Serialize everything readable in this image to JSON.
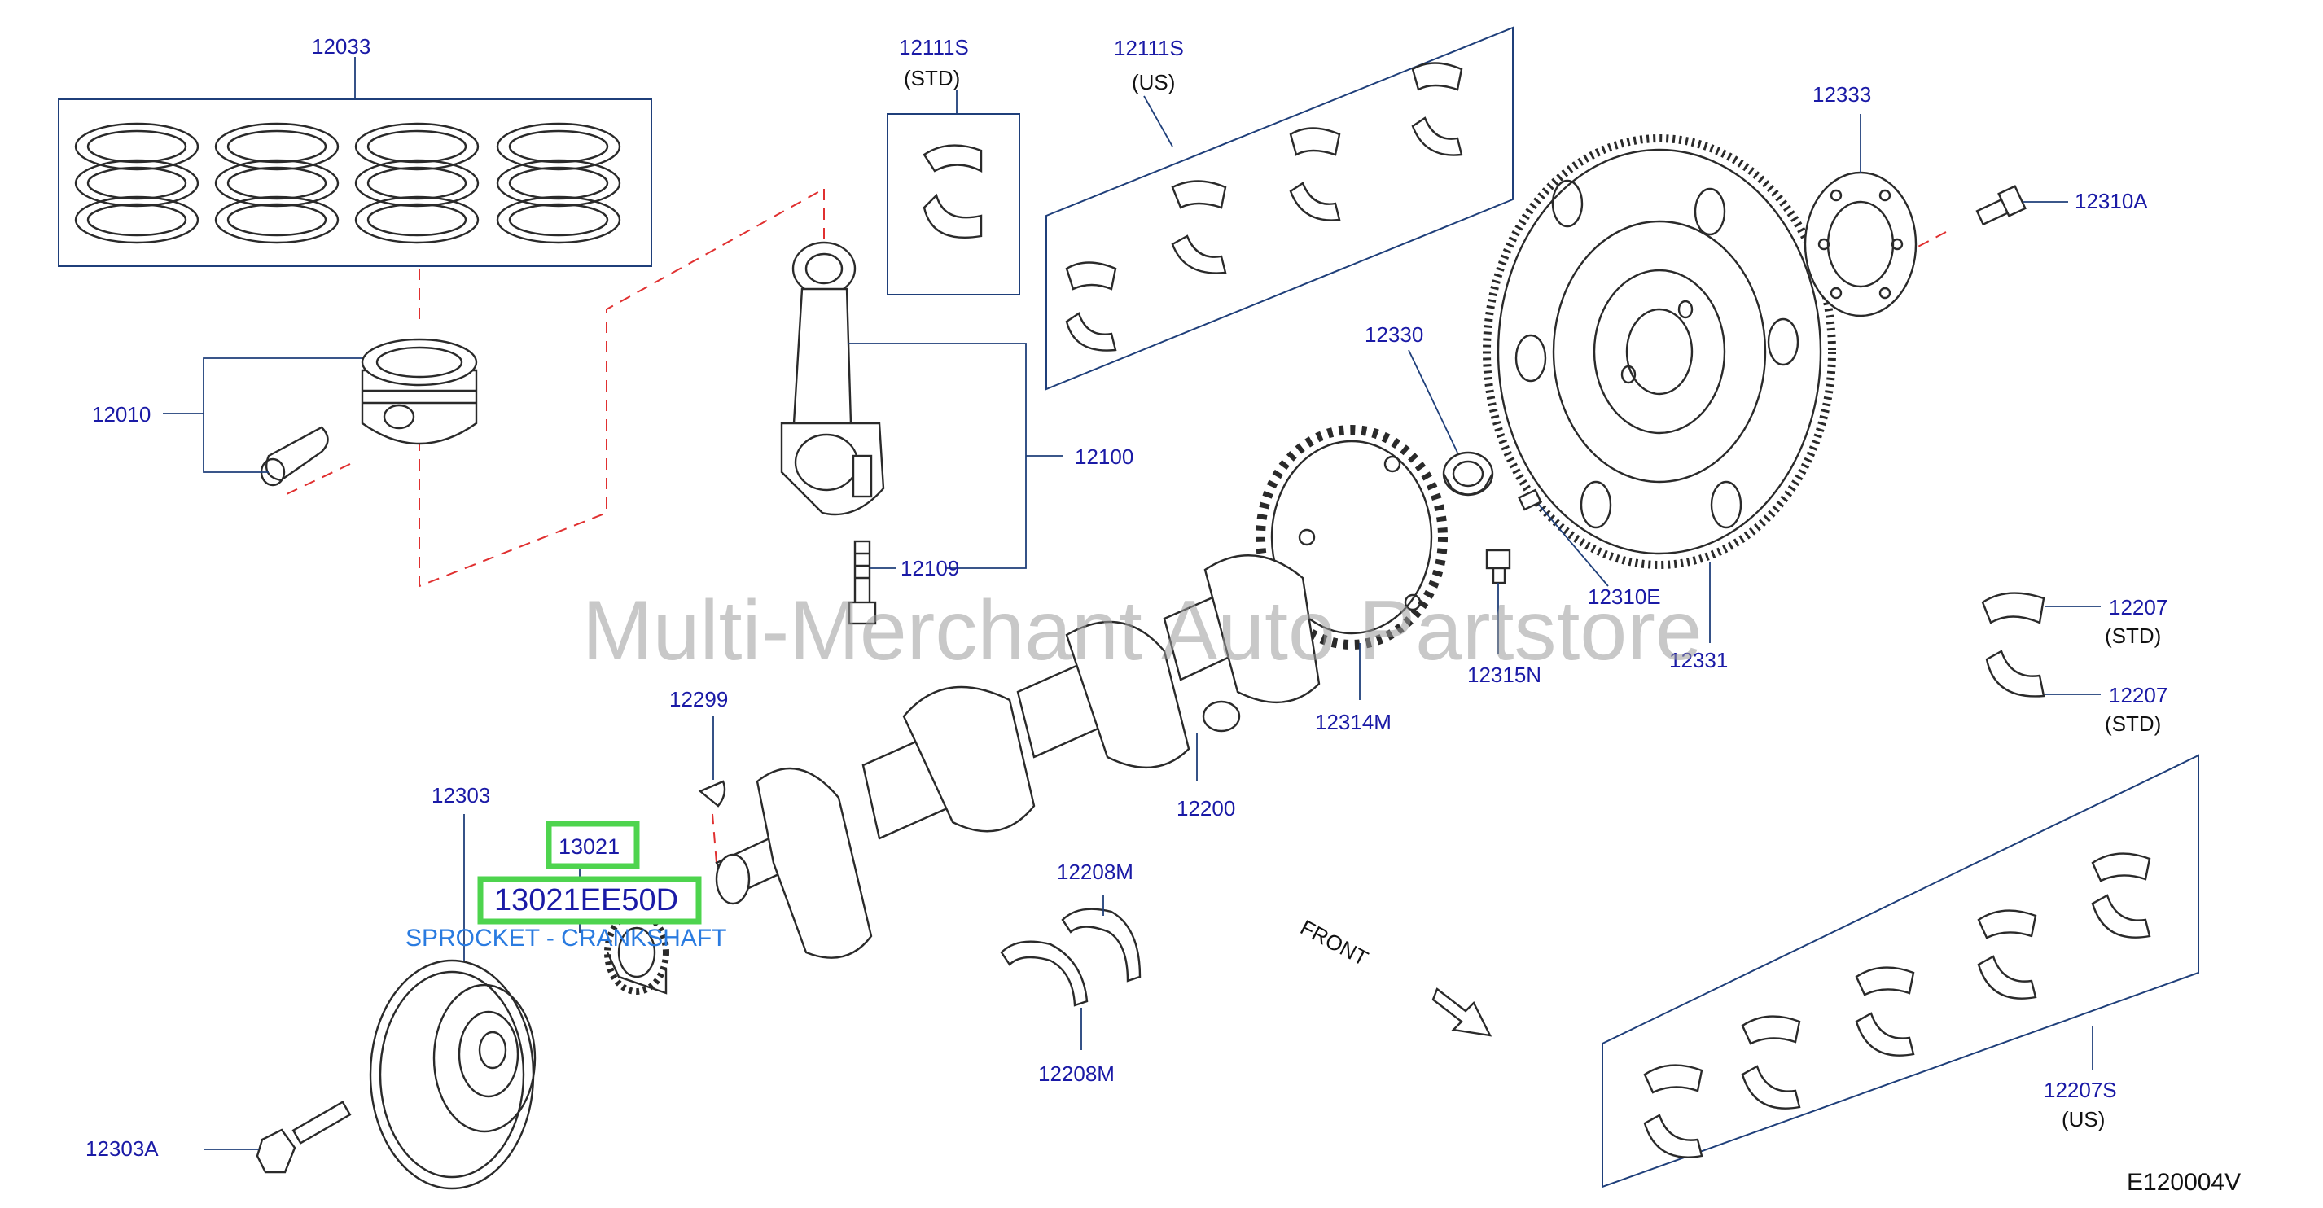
{
  "diagram_code": "E120004V",
  "watermark": "Multi-Merchant Auto Partstore",
  "orientation_label": "FRONT",
  "selected": {
    "callout": "13021",
    "part_number": "13021EE50D",
    "description": "SPROCKET - CRANKSHAFT",
    "highlight_color": "#4ed44e"
  },
  "callouts": {
    "c12033": "12033",
    "c12010": "12010",
    "c12100": "12100",
    "c12109": "12109",
    "c12111s_std": "12111S",
    "c12111s_std_note": "(STD)",
    "c12111s_us": "12111S",
    "c12111s_us_note": "(US)",
    "c12333": "12333",
    "c12310a": "12310A",
    "c12330": "12330",
    "c12310e": "12310E",
    "c12315n": "12315N",
    "c12331": "12331",
    "c12314m": "12314M",
    "c12207a": "12207",
    "c12207a_note": "(STD)",
    "c12207b": "12207",
    "c12207b_note": "(STD)",
    "c12299": "12299",
    "c12303": "12303",
    "c12200": "12200",
    "c12208m_top": "12208M",
    "c12208m_bottom": "12208M",
    "c12303a": "12303A",
    "c12207s": "12207S",
    "c12207s_note": "(US)"
  },
  "colors": {
    "label": "#1a1aa6",
    "leader": "#1f3f7a",
    "hidden_line": "#e03030",
    "selection_text": "#2a7be0"
  }
}
